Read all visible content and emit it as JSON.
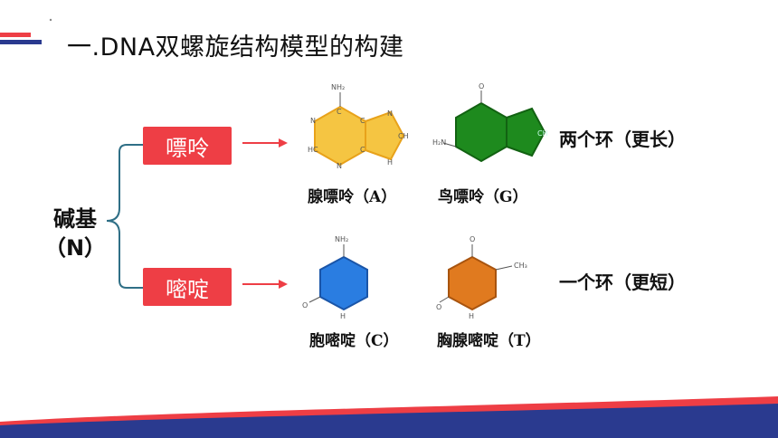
{
  "title": "一.DNA双螺旋结构模型的构建",
  "root": {
    "line1": "碱基",
    "line2": "（N）"
  },
  "categories": {
    "purine": {
      "label": "嘌呤",
      "note": "两个环（更长）"
    },
    "pyrimidine": {
      "label": "嘧啶",
      "note": "一个环（更短）"
    }
  },
  "bases": {
    "a": {
      "label": "腺嘌呤（A）"
    },
    "g": {
      "label": "鸟嘌呤（G）"
    },
    "c": {
      "label": "胞嘧啶（C）"
    },
    "t": {
      "label": "胸腺嘧啶（T）"
    }
  },
  "colors": {
    "accent_red": "#ee3e45",
    "bracket": "#2f6f86",
    "navy": "#2a3a8f",
    "adenine": "#f5c542",
    "guanine": "#1e8a1e",
    "cytosine": "#2a7de1",
    "thymine": "#e07a1f"
  }
}
